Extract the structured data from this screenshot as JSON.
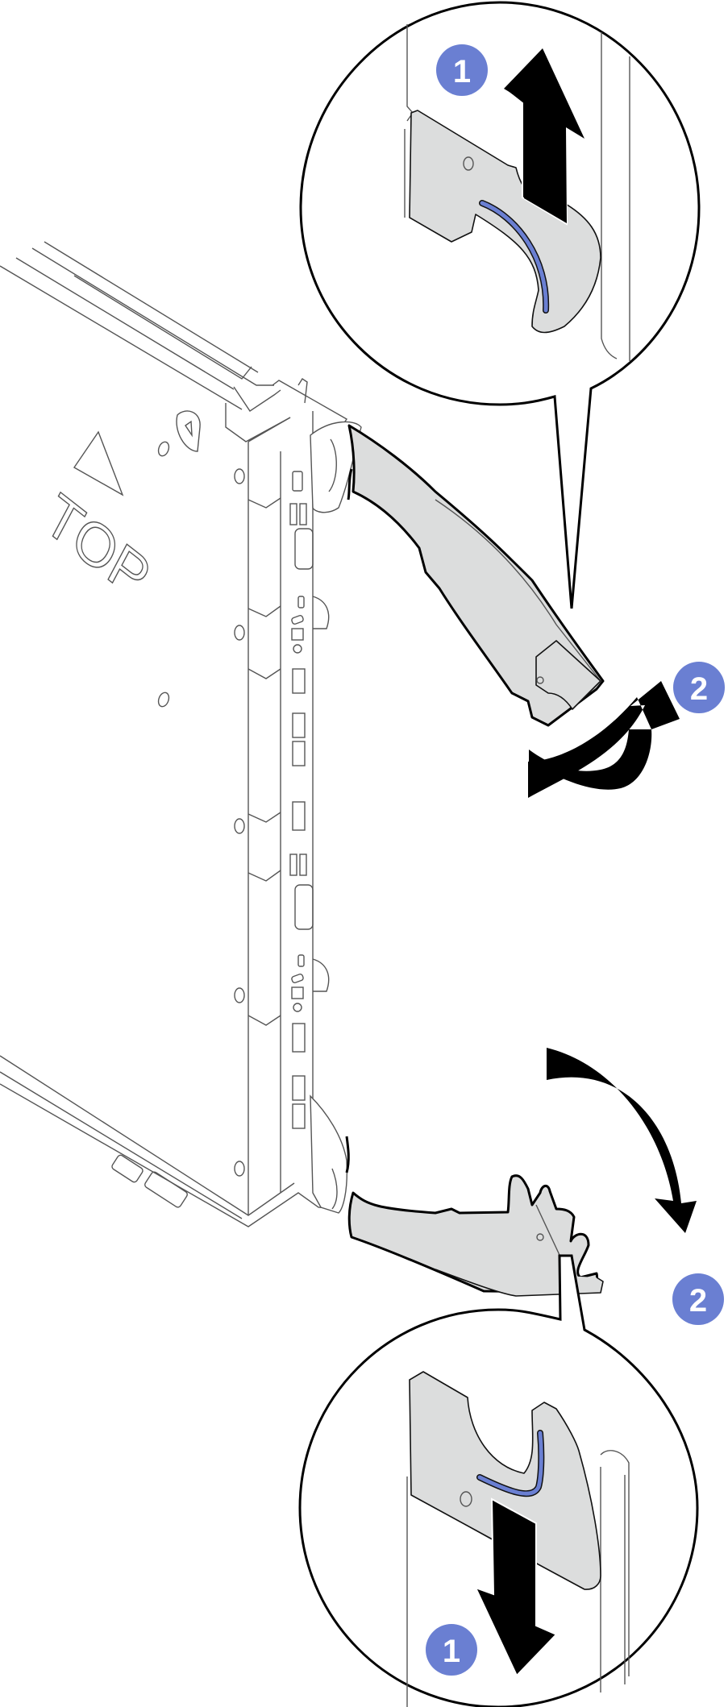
{
  "figure": {
    "description": "Server node release latch illustration: push latches, then rotate handles out",
    "chassis_label": "TOP",
    "colors": {
      "callout_badge": "#6a7fd2",
      "handle_fill": "#dcdddd",
      "latch_highlight": "#6a7fd2",
      "arrow": "#000000",
      "outline": "#555555"
    },
    "callouts": [
      {
        "id": "top-step-1",
        "label": "1",
        "meaning": "slide upper release latch up"
      },
      {
        "id": "top-step-2",
        "label": "2",
        "meaning": "rotate upper handle"
      },
      {
        "id": "bottom-step-2",
        "label": "2",
        "meaning": "rotate lower handle"
      },
      {
        "id": "bottom-step-1",
        "label": "1",
        "meaning": "slide lower release latch down"
      }
    ],
    "arrows": [
      {
        "id": "top-latch-arrow",
        "direction": "up"
      },
      {
        "id": "top-handle-arrow",
        "direction": "counterclockwise-up"
      },
      {
        "id": "bottom-handle-arrow",
        "direction": "clockwise-down"
      },
      {
        "id": "bottom-latch-arrow",
        "direction": "down"
      }
    ]
  }
}
